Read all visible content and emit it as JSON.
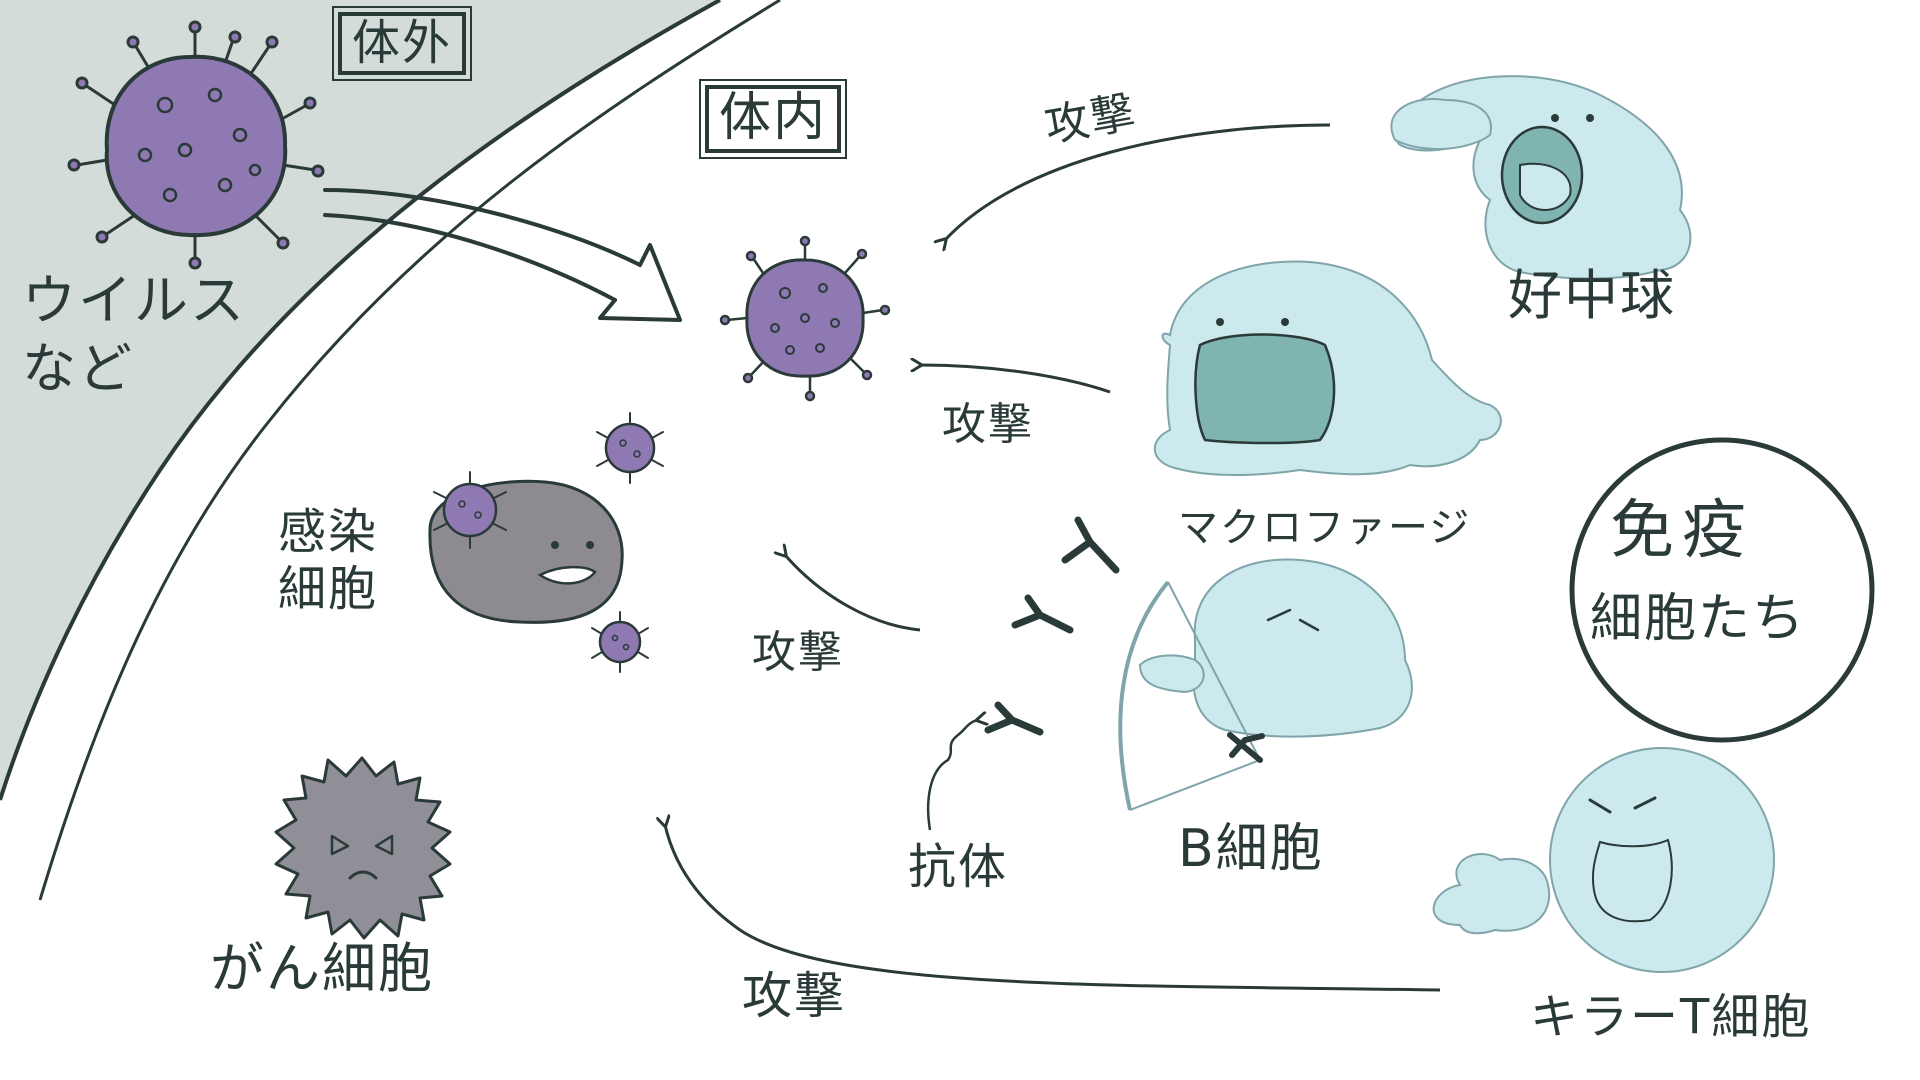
{
  "zones": {
    "outside": "体外",
    "inside": "体内"
  },
  "labels": {
    "virus": "ウイルス",
    "virus_line2": "など",
    "infected_line1": "感染",
    "infected_line2": "細胞",
    "cancer": "がん細胞",
    "neutrophil": "好中球",
    "macrophage": "マクロファージ",
    "b_cell": "B細胞",
    "antibody": "抗体",
    "killer_t": "キラーT細胞",
    "title_line1": "免疫",
    "title_line2": "細胞たち"
  },
  "attack_label": "攻撃",
  "colors": {
    "outside_bg": "#d3dcd8",
    "ink": "#2a3a38",
    "virus_purple": "#8f79b3",
    "infected_gray": "#8d8a92",
    "cancer_gray": "#908e96",
    "immune_blue": "#cce9ee",
    "mouth": "#7fb4b0"
  }
}
